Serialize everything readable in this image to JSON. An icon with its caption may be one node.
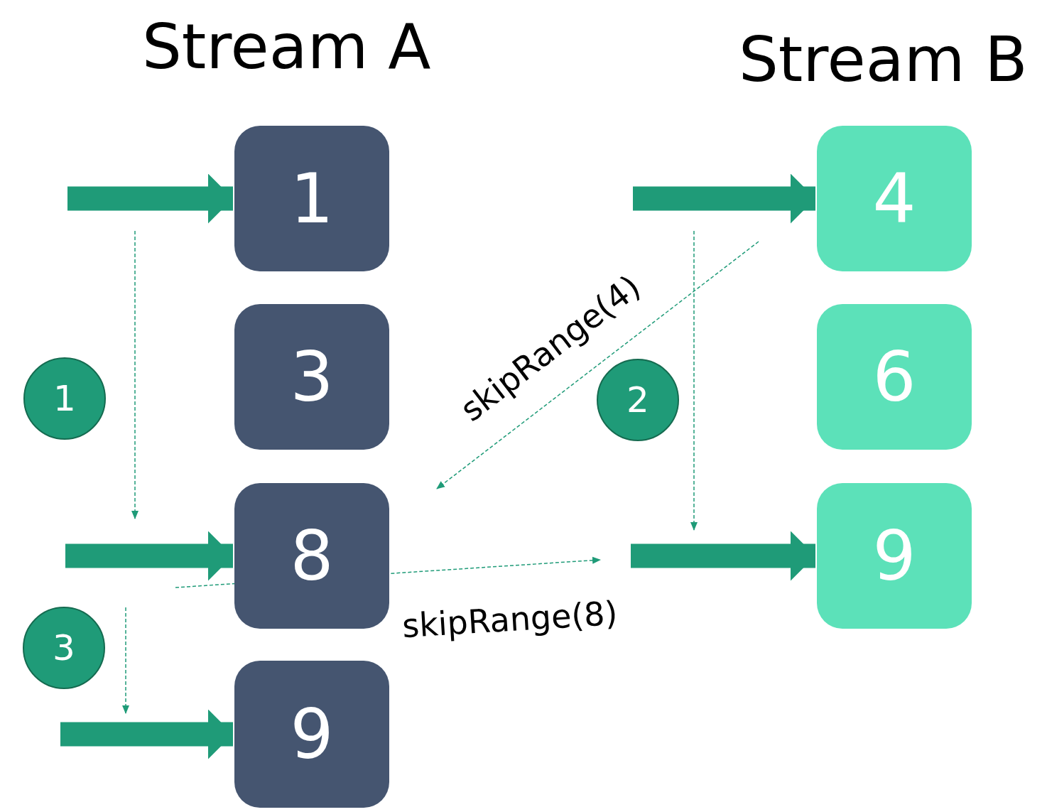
{
  "diagram": {
    "nodes": [
      {
        "text": [
          "1"
        ]
      },
      {
        "text": [
          "3"
        ]
      },
      {
        "text": [
          "8"
        ]
      },
      {
        "text": [
          "9"
        ]
      },
      {
        "text": [
          "4"
        ]
      },
      {
        "text": [
          "6"
        ]
      },
      {
        "text": [
          "9"
        ]
      },
      {
        "text": [
          "1"
        ]
      },
      {
        "text": [
          "2"
        ]
      },
      {
        "text": [
          "3"
        ]
      }
    ],
    "edges": [
      {
        "from": null,
        "to": 0,
        "arrow": "to"
      },
      {
        "from": null,
        "to": 2,
        "arrow": "to"
      },
      {
        "from": null,
        "to": 3,
        "arrow": "to"
      },
      {
        "from": null,
        "to": 4,
        "arrow": "to"
      },
      {
        "from": null,
        "to": 6,
        "arrow": "to"
      }
    ],
    "labels": [
      "Stream A",
      "Stream B",
      "skipRange(4)",
      "skipRange(8)"
    ]
  }
}
